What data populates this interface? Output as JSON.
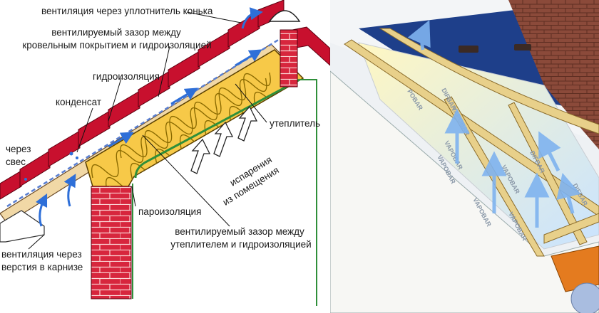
{
  "labels": {
    "ridge_vent": "вентиляция через уплотнитель конька",
    "gap_roof_1": "вентилируемый зазор между",
    "gap_roof_2": "кровельным покрытием и гидроизоляцией",
    "waterproofing": "гидроизоляция",
    "condensate": "конденсат",
    "insulation": "утеплитель",
    "overhang_1": "через",
    "overhang_2": "свес",
    "evap_1": "испарения",
    "evap_2": "из помещения",
    "vapor_barrier": "пароизоляция",
    "gap_ins_1": "вентилируемый зазор между",
    "gap_ins_2": "утеплителем и гидроизоляцией",
    "eave_1": "вентиляция через",
    "eave_2": "верстия в карнизе"
  },
  "membrane_text": [
    "DIFBAR",
    "VAPOBAR",
    "POBAR",
    "VAPOBAR",
    "DIFBAR",
    "VAPOBAR",
    "VAPOBAR",
    "VAPOBAR",
    "DIFBAR",
    "VAPOBAR"
  ],
  "colors": {
    "roof_tile": "#c8102e",
    "insulation": "#f7c948",
    "brick": "#d7263d",
    "airflow": "#2e6fd8",
    "shingle": "#8b4a3a",
    "underlay": "#1e3f8a",
    "rafter": "#e8d08a"
  }
}
